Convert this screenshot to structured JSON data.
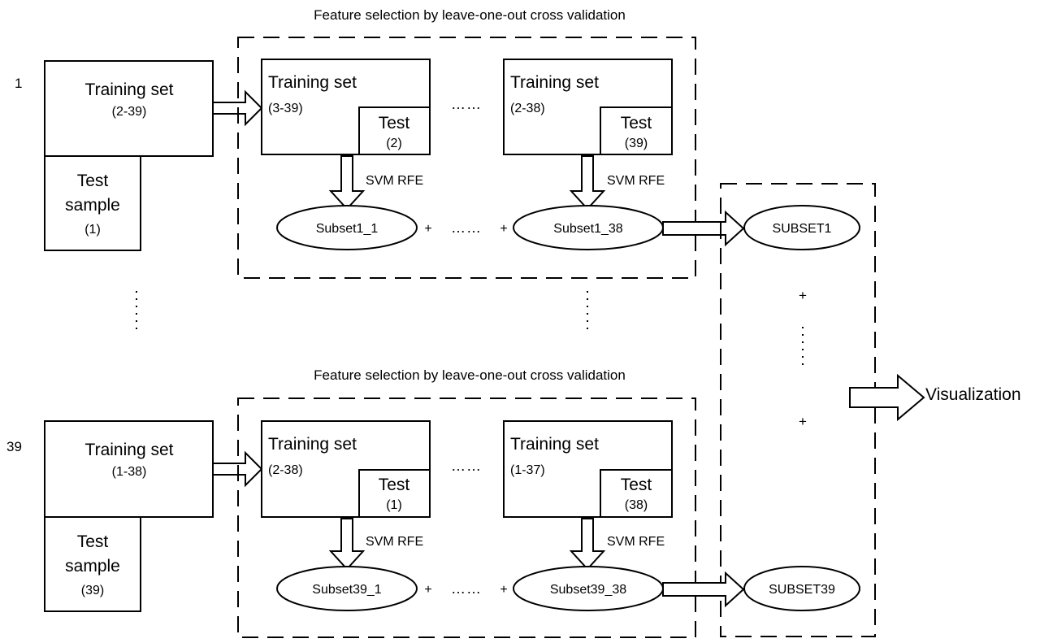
{
  "row1": {
    "index": "1",
    "caption": "Feature selection by leave-one-out cross validation",
    "training": {
      "title": "Training set",
      "range": "(2-39)"
    },
    "test_sample": {
      "line1": "Test",
      "line2": "sample",
      "line3": "(1)"
    },
    "fold_a": {
      "title": "Training set",
      "range": "(3-39)",
      "test_title": "Test",
      "test_id": "(2)",
      "method": "SVM RFE",
      "subset": "Subset1_1"
    },
    "fold_b": {
      "title": "Training set",
      "range": "(2-38)",
      "test_title": "Test",
      "test_id": "(39)",
      "method": "SVM RFE",
      "subset": "Subset1_38"
    },
    "folds_ellipsis": "……",
    "plus_left": "+",
    "plus_ellipsis": "……",
    "plus_right": "+",
    "result": "SUBSET1"
  },
  "row2": {
    "index": "39",
    "caption": "Feature selection by leave-one-out cross validation",
    "training": {
      "title": "Training set",
      "range": "(1-38)"
    },
    "test_sample": {
      "line1": "Test",
      "line2": "sample",
      "line3": "(39)"
    },
    "fold_a": {
      "title": "Training set",
      "range": "(2-38)",
      "test_title": "Test",
      "test_id": "(1)",
      "method": "SVM RFE",
      "subset": "Subset39_1"
    },
    "fold_b": {
      "title": "Training set",
      "range": "(1-37)",
      "test_title": "Test",
      "test_id": "(38)",
      "method": "SVM RFE",
      "subset": "Subset39_38"
    },
    "folds_ellipsis": "……",
    "plus_left": "+",
    "plus_ellipsis": "……",
    "plus_right": "+",
    "result": "SUBSET39"
  },
  "union": {
    "plus_top": "+",
    "plus_bottom": "+"
  },
  "output": {
    "label": "Visualization"
  }
}
